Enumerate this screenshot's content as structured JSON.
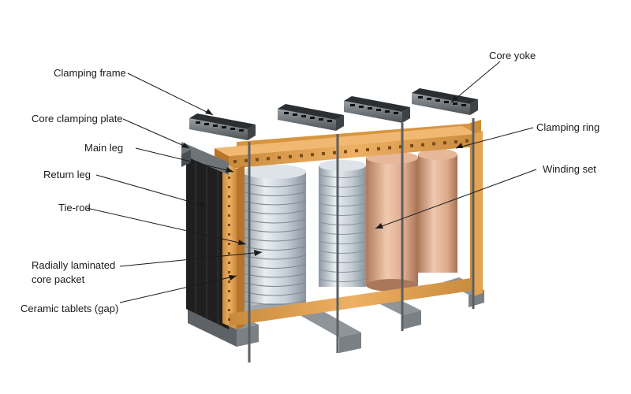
{
  "labels": {
    "clamping_frame": "Clamping frame",
    "core_clamping_plate": "Core clamping plate",
    "main_leg": "Main leg",
    "return_leg": "Return leg",
    "tie_rod": "Tie-rod",
    "laminated_line1": "Radially laminated",
    "laminated_line2": "core packet",
    "ceramic_tablets": "Ceramic tablets (gap)",
    "core_yoke": "Core yoke",
    "clamping_ring": "Clamping ring",
    "winding_set": "Winding set"
  },
  "colors": {
    "frame_orange": "#e9a54e",
    "frame_dark": "#b8742a",
    "core_dark": "#1f1f1f",
    "clamp_metal": "#6f7478",
    "coil_silver": "#c9d1d8",
    "coil_copper": "#d9a889",
    "leader_line": "#1a1a1a"
  }
}
